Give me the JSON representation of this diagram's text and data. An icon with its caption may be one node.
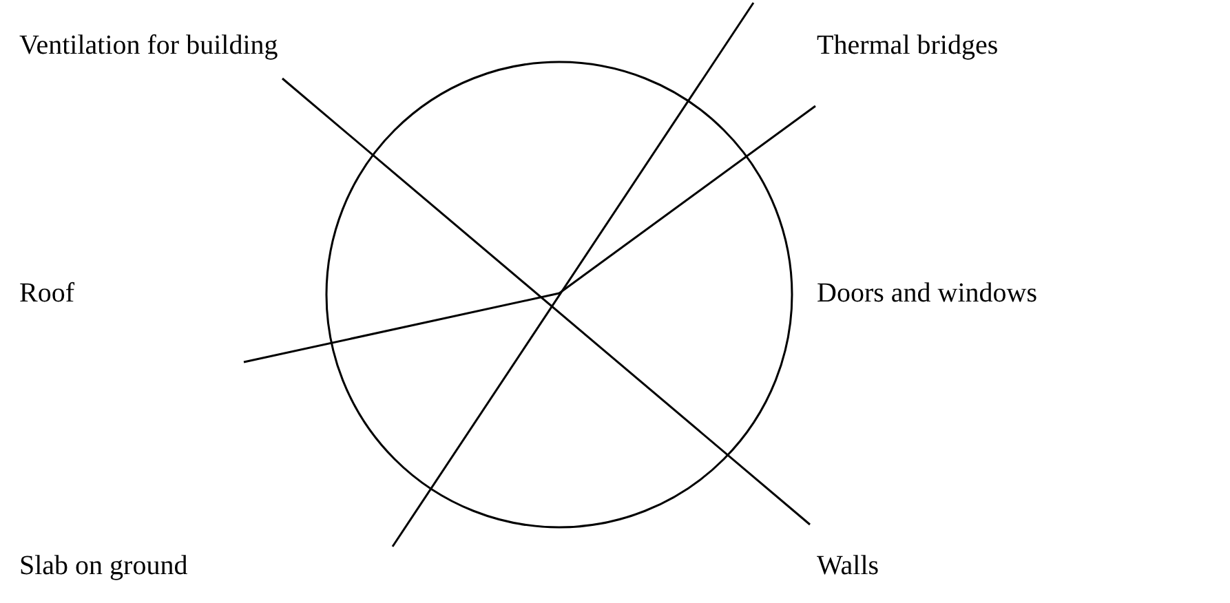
{
  "diagram": {
    "labels": [
      "Ventilation for building",
      "Thermal bridges",
      "Roof",
      "Doors and windows",
      "Slab on ground",
      "Walls"
    ]
  }
}
